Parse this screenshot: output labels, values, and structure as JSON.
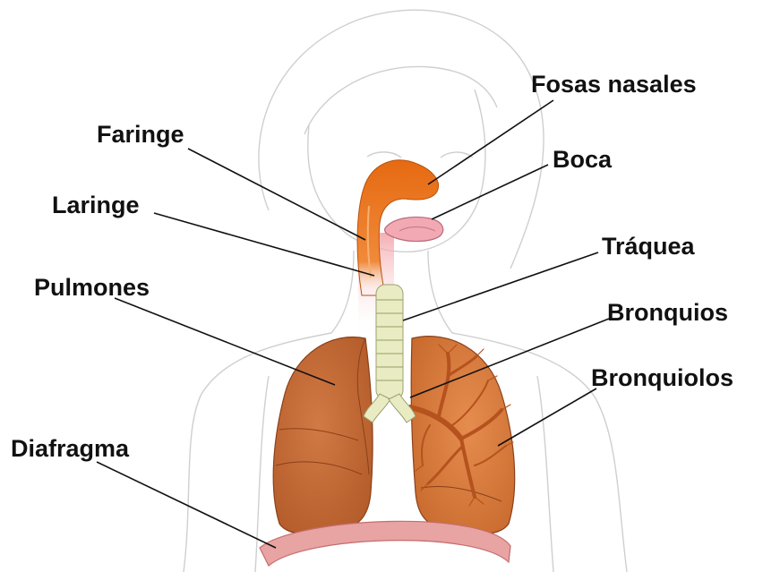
{
  "labels": {
    "fosas_nasales": "Fosas nasales",
    "faringe": "Faringe",
    "boca": "Boca",
    "laringe": "Laringe",
    "traquea": "Tráquea",
    "pulmones": "Pulmones",
    "bronquios": "Bronquios",
    "bronquiolos": "Bronquiolos",
    "diafragma": "Diafragma"
  },
  "colors": {
    "outline": "#cfcfcf",
    "airway": "#e8731a",
    "lung": "#c4622b",
    "lung_dark": "#9c4a22",
    "trachea": "#e9ecc2",
    "diaphragm": "#e8a3a3",
    "mouth": "#f2a9b4"
  }
}
